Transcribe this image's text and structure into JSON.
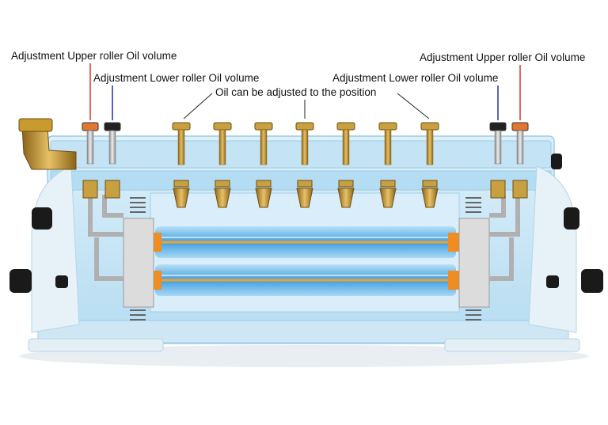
{
  "labels": {
    "upper_left": "Adjustment Upper roller Oil volume",
    "lower_left": "Adjustment Lower roller Oil volume",
    "center": "Oil can be adjusted to the position",
    "lower_right": "Adjustment Lower roller Oil volume",
    "upper_right": "Adjustment Upper roller Oil volume"
  },
  "colors": {
    "upper_indicator": "#e0302a",
    "lower_indicator": "#2030b0",
    "brass": "#c8a040",
    "roller_glow": "#f0a030",
    "frame": "#a8d8ee"
  }
}
